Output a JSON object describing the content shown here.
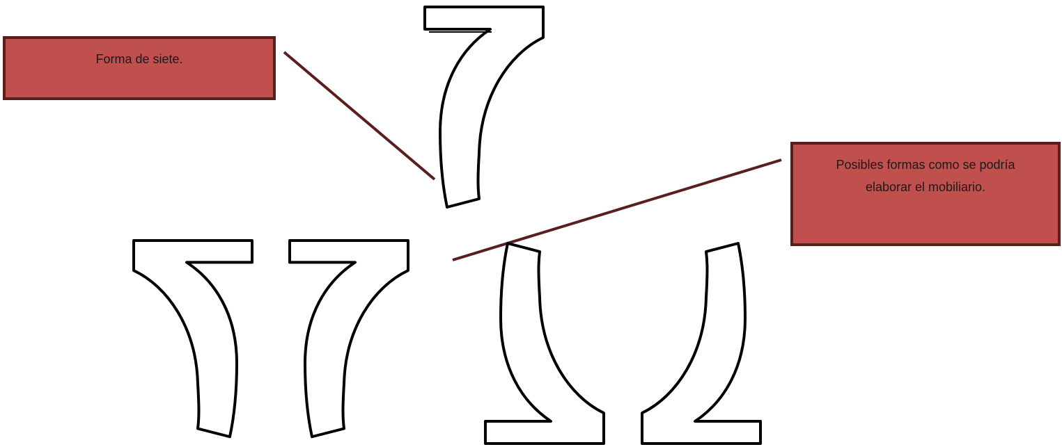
{
  "colors": {
    "callout_fill": "#c0504d",
    "callout_border": "#5b1e1e",
    "connector": "#5b1e1e",
    "shape_stroke": "#000000",
    "shape_fill": "#ffffff"
  },
  "callouts": [
    {
      "text": "Forma de siete."
    },
    {
      "text": "Posibles formas como se podría elaborar el mobiliario."
    }
  ],
  "shapes": [
    {
      "name": "seven-shape"
    },
    {
      "name": "seven-shape"
    },
    {
      "name": "seven-shape"
    },
    {
      "name": "inverted-seven-shape"
    },
    {
      "name": "inverted-seven-shape"
    }
  ]
}
